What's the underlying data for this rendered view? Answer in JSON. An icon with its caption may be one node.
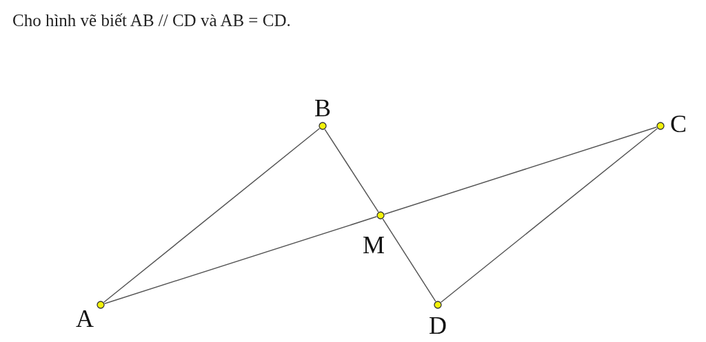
{
  "diagram": {
    "title": "Cho hình vẽ biết AB // CD và AB = CD.",
    "nodes": [
      {
        "text": [
          "B"
        ]
      },
      {
        "text": [
          "C"
        ]
      },
      {
        "text": [
          "M"
        ]
      },
      {
        "text": [
          "A"
        ]
      },
      {
        "text": [
          "D"
        ]
      }
    ],
    "edges": [
      {
        "from": 3,
        "to": 0,
        "arrow": "none"
      },
      {
        "from": 0,
        "to": 2,
        "arrow": "none"
      },
      {
        "from": 2,
        "to": 4,
        "arrow": "none"
      },
      {
        "from": 4,
        "to": 1,
        "arrow": "none"
      },
      {
        "from": 3,
        "to": 2,
        "arrow": "none"
      },
      {
        "from": 2,
        "to": 1,
        "arrow": "none"
      }
    ]
  }
}
